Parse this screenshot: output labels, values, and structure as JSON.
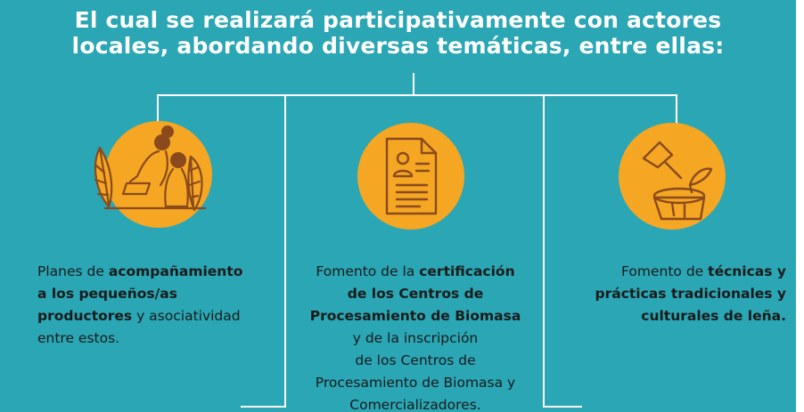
{
  "title": {
    "line1": "El cual se realizará participativamente con actores",
    "line2": "locales, abordando diversas temáticas, entre ellas:"
  },
  "colors": {
    "background": "#2aa6b4",
    "circle": "#f5a623",
    "line_art": "#8a4a1c",
    "text": "#1b1b1b",
    "title": "#ffffff"
  },
  "items": [
    {
      "icon": "workers-with-plants-icon",
      "lines": [
        [
          {
            "t": "Planes de ",
            "b": false
          },
          {
            "t": "acompañamiento",
            "b": true
          }
        ],
        [
          {
            "t": "a los pequeños/as",
            "b": true
          }
        ],
        [
          {
            "t": "productores",
            "b": true
          },
          {
            "t": " y asociatividad",
            "b": false
          }
        ],
        [
          {
            "t": "entre estos.",
            "b": false
          }
        ]
      ]
    },
    {
      "icon": "certificate-document-icon",
      "lines": [
        [
          {
            "t": "Fomento de la ",
            "b": false
          },
          {
            "t": "certificación",
            "b": true
          }
        ],
        [
          {
            "t": "de los Centros de",
            "b": true
          }
        ],
        [
          {
            "t": "Procesamiento de Biomasa",
            "b": true
          }
        ],
        [
          {
            "t": "y de la inscripción",
            "b": false
          }
        ],
        [
          {
            "t": "de los Centros de",
            "b": false
          }
        ],
        [
          {
            "t": "Procesamiento de Biomasa y",
            "b": false
          }
        ],
        [
          {
            "t": "Comercializadores.",
            "b": false
          }
        ]
      ]
    },
    {
      "icon": "axe-stump-icon",
      "lines": [
        [
          {
            "t": "Fomento de ",
            "b": false
          },
          {
            "t": "técnicas y",
            "b": true
          }
        ],
        [
          {
            "t": "prácticas tradicionales y",
            "b": true
          }
        ],
        [
          {
            "t": "culturales de leña.",
            "b": true
          }
        ]
      ]
    }
  ]
}
